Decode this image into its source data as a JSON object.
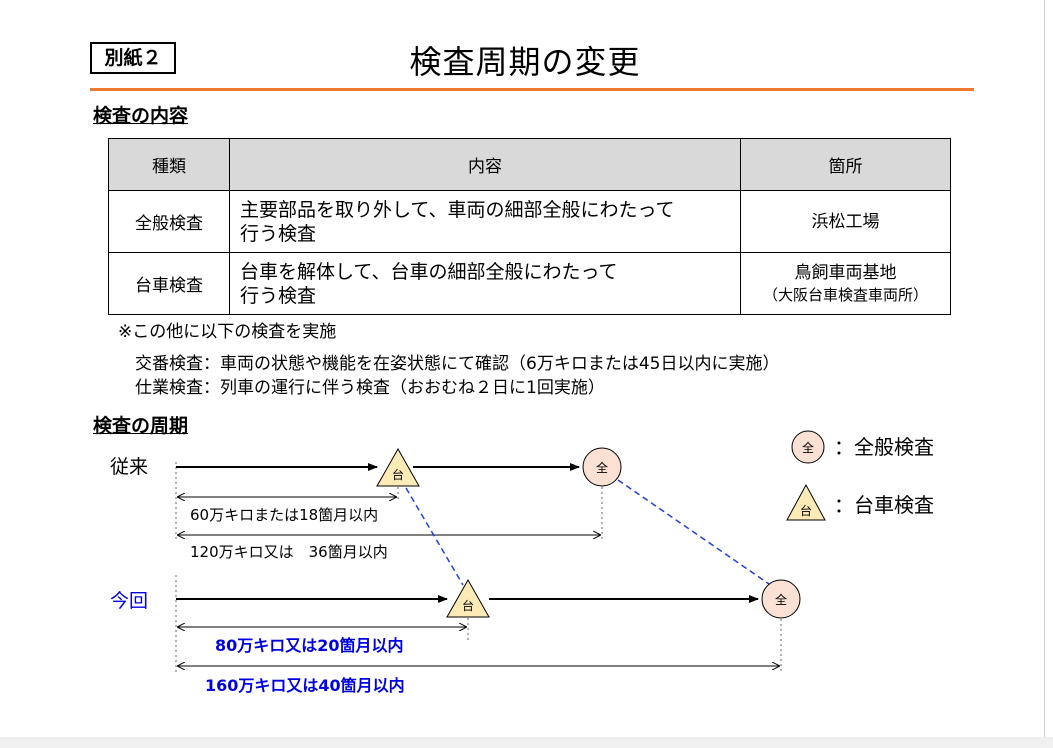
{
  "badge": "別紙２",
  "title": "検査周期の変更",
  "section_content": "検査の内容",
  "table": {
    "headers": [
      "種類",
      "内容",
      "箇所"
    ],
    "rows": [
      {
        "type": "全般検査",
        "content_line1": "主要部品を取り外して、車両の細部全般にわたって",
        "content_line2": "行う検査",
        "place": "浜松工場",
        "place_sub": ""
      },
      {
        "type": "台車検査",
        "content_line1": "台車を解体して、台車の細部全般にわたって",
        "content_line2": "行う検査",
        "place": "鳥飼車両基地",
        "place_sub": "（大阪台車検査車両所）"
      }
    ]
  },
  "note": "※この他に以下の検査を実施",
  "note_lines": [
    "交番検査：車両の状態や機能を在姿状態にて確認（6万キロまたは45日以内に実施）",
    "仕業検査：列車の運行に伴う検査（おおむね２日に1回実施）"
  ],
  "section_cycle": "検査の周期",
  "diagram": {
    "legend_general_symbol": "全",
    "legend_general": "：全般検査",
    "legend_bogie_symbol": "台",
    "legend_bogie": "：台車検査",
    "old_label": "従来",
    "old_bogie_symbol": "台",
    "old_general_symbol": "全",
    "old_interval_bogie": "60万キロまたは18箇月以内",
    "old_interval_general": "120万キロ又は　36箇月以内",
    "new_label": "今回",
    "new_bogie_symbol": "台",
    "new_general_symbol": "全",
    "new_interval_bogie": "80万キロ又は20箇月以内",
    "new_interval_general": "160万キロ又は40箇月以内",
    "colors": {
      "accent_rule": "#ee7a30",
      "circle_fill": "#fbe1d4",
      "triangle_fill": "#fdebb7",
      "new_text": "#0000e0",
      "connector": "#1f3fe0"
    }
  }
}
